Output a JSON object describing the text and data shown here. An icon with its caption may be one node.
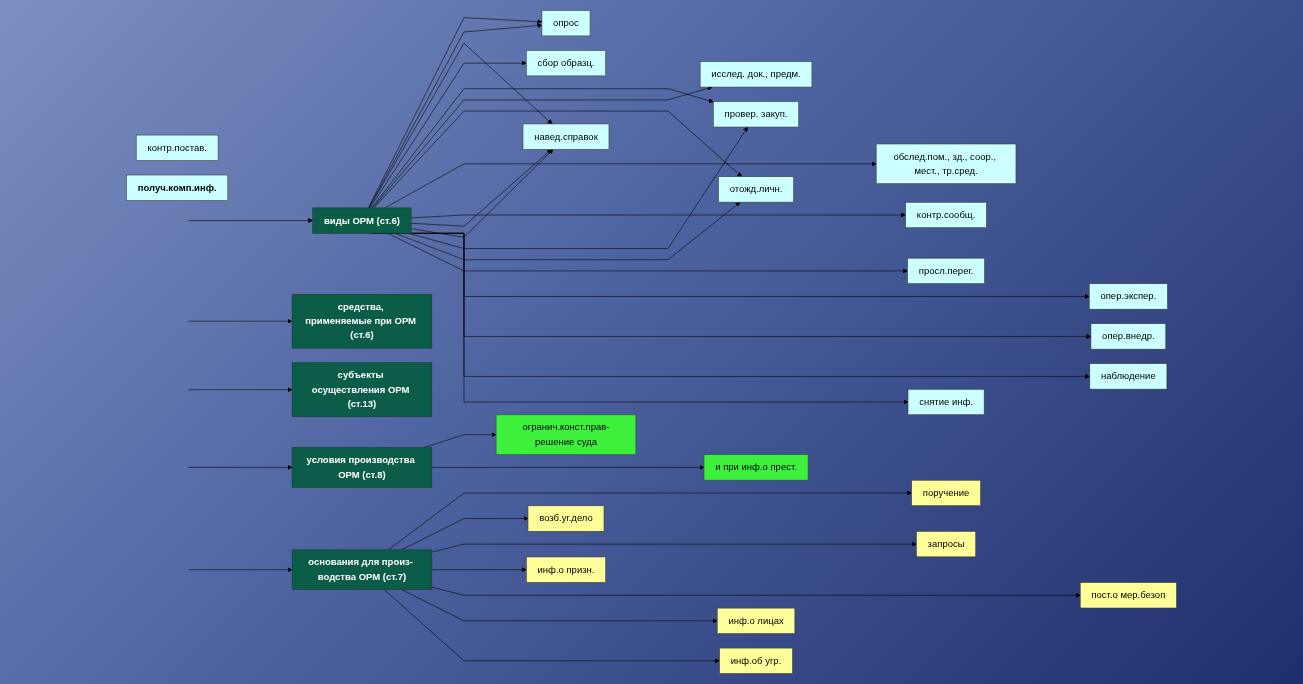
{
  "diagram": {
    "nodes": [
      {
        "text": [
          "виды ОРМ (ст.6)"
        ]
      },
      {
        "text": [
          "опрос"
        ]
      },
      {
        "text": [
          "сбор образц."
        ]
      },
      {
        "text": [
          "исслед. док., предм."
        ]
      },
      {
        "text": [
          "контр.сообщ."
        ]
      },
      {
        "text": [
          "навед.справок"
        ]
      },
      {
        "text": [
          "провер. закуп."
        ]
      },
      {
        "text": [
          "отожд.личн."
        ]
      },
      {
        "text": [
          "обслед.пом., зд., соор., мест., тр.сред."
        ]
      },
      {
        "text": [
          "средства, применяемые при ОРМ (ст.6)"
        ]
      },
      {
        "text": [
          "просл.перег."
        ]
      },
      {
        "text": [
          "снятие инф."
        ]
      },
      {
        "text": [
          "контр.постав."
        ]
      },
      {
        "text": [
          "опер.экспер."
        ]
      },
      {
        "text": [
          "субъекты осуществления ОРМ (ст.13)"
        ]
      },
      {
        "text": [
          "опер.внедр."
        ]
      },
      {
        "text": [
          "наблюдение"
        ]
      },
      {
        "text": [
          "получ.комп.инф."
        ]
      },
      {
        "text": [
          "возб.уг.дело"
        ]
      },
      {
        "text": [
          "инф.о призн."
        ]
      },
      {
        "text": [
          "инф.о лицах"
        ]
      },
      {
        "text": [
          "инф.об угр."
        ]
      },
      {
        "text": [
          "основания для произ- водства ОРМ (ст.7)"
        ]
      },
      {
        "text": [
          "поручение"
        ]
      },
      {
        "text": [
          "запросы"
        ]
      },
      {
        "text": [
          "пост.о мер.безоп"
        ]
      },
      {
        "text": [
          "условия производства ОРМ (ст.8)"
        ]
      },
      {
        "text": [
          "огранич.конст.прав-решение суда"
        ]
      },
      {
        "text": [
          "и при инф.о прест."
        ]
      }
    ],
    "edges": [
      {
        "from": null,
        "to": 0,
        "arrow": "to"
      },
      {
        "from": null,
        "to": 9,
        "arrow": "to"
      },
      {
        "from": null,
        "to": 14,
        "arrow": "to"
      },
      {
        "from": null,
        "to": 22,
        "arrow": "to"
      },
      {
        "from": null,
        "to": 26,
        "arrow": "to"
      },
      {
        "from": 0,
        "to": 1,
        "arrow": "to"
      },
      {
        "from": 0,
        "to": 1,
        "arrow": "to"
      },
      {
        "from": 0,
        "to": 5,
        "arrow": "to"
      },
      {
        "from": 0,
        "to": 2,
        "arrow": "to"
      },
      {
        "from": 0,
        "to": 6,
        "arrow": "to"
      },
      {
        "from": 0,
        "to": 3,
        "arrow": "to"
      },
      {
        "from": 0,
        "to": 7,
        "arrow": "to"
      },
      {
        "from": 0,
        "to": 8,
        "arrow": "to"
      },
      {
        "from": 0,
        "to": 4,
        "arrow": "to"
      },
      {
        "from": 0,
        "to": 5,
        "arrow": "to"
      },
      {
        "from": 0,
        "to": 5,
        "arrow": "to"
      },
      {
        "from": 0,
        "to": 6,
        "arrow": "to"
      },
      {
        "from": 0,
        "to": 7,
        "arrow": "to"
      },
      {
        "from": 0,
        "to": 10,
        "arrow": "to"
      },
      {
        "from": 0,
        "to": 13,
        "arrow": "to"
      },
      {
        "from": 0,
        "to": 15,
        "arrow": "to"
      },
      {
        "from": 0,
        "to": 16,
        "arrow": "to"
      },
      {
        "from": 0,
        "to": 11,
        "arrow": "to"
      },
      {
        "from": 22,
        "to": 23,
        "arrow": "to"
      },
      {
        "from": 22,
        "to": 18,
        "arrow": "to"
      },
      {
        "from": 22,
        "to": 24,
        "arrow": "to"
      },
      {
        "from": 22,
        "to": 19,
        "arrow": "to"
      },
      {
        "from": 22,
        "to": 25,
        "arrow": "to"
      },
      {
        "from": 22,
        "to": 20,
        "arrow": "to"
      },
      {
        "from": 22,
        "to": 21,
        "arrow": "to"
      },
      {
        "from": 26,
        "to": 27,
        "arrow": "to"
      },
      {
        "from": 26,
        "to": 28,
        "arrow": "to"
      }
    ]
  }
}
